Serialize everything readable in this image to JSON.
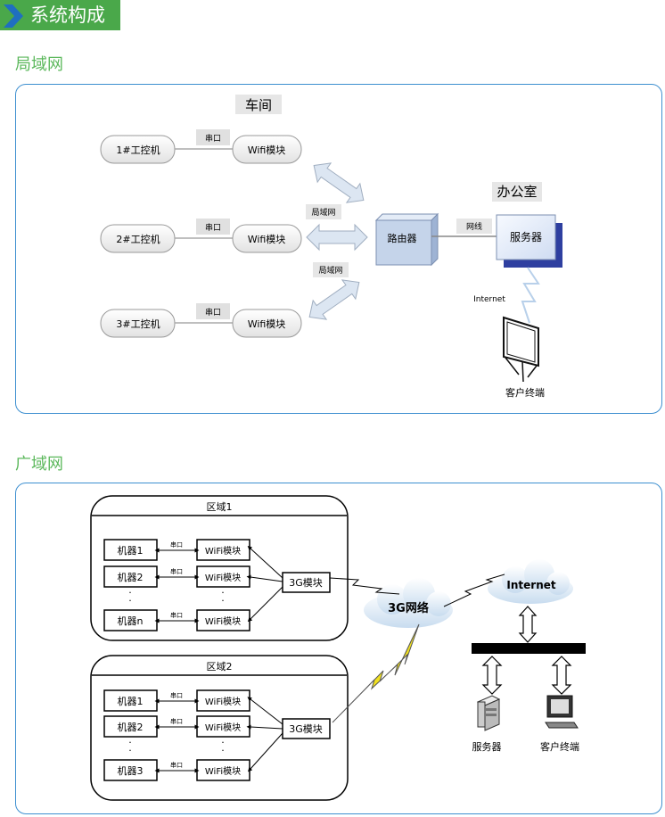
{
  "header": {
    "title": "系统构成"
  },
  "lan": {
    "section_title": "局域网",
    "workshop": "车间",
    "office": "办公室",
    "machines": [
      "1#工控机",
      "2#工控机",
      "3#工控机"
    ],
    "serial_label": "串口",
    "wifi_label": "Wifi模块",
    "lan_labels": [
      "局域网",
      "局域网"
    ],
    "router": "路由器",
    "cable": "网线",
    "server": "服务器",
    "internet": "Internet",
    "client": "客户终端"
  },
  "wan": {
    "section_title": "广域网",
    "region1": {
      "title": "区域1",
      "machines": [
        "机器1",
        "机器2",
        "机器n"
      ]
    },
    "region2": {
      "title": "区域2",
      "machines": [
        "机器1",
        "机器2",
        "机器3"
      ]
    },
    "serial_label": "串口",
    "wifi_label": "WiFi模块",
    "module_3g": "3G模块",
    "network_3g": "3G网络",
    "internet": "Internet",
    "server": "服务器",
    "client": "客户终端"
  },
  "colors": {
    "header_bg": "#4aa84a",
    "section_title": "#5cb85c",
    "panel_border": "#3d8fd0",
    "arrow_fill": "#dce6f2",
    "router_fill": "#c5d4ea",
    "server_shadow": "#2e3fa0",
    "lightning": "#f0e020"
  }
}
